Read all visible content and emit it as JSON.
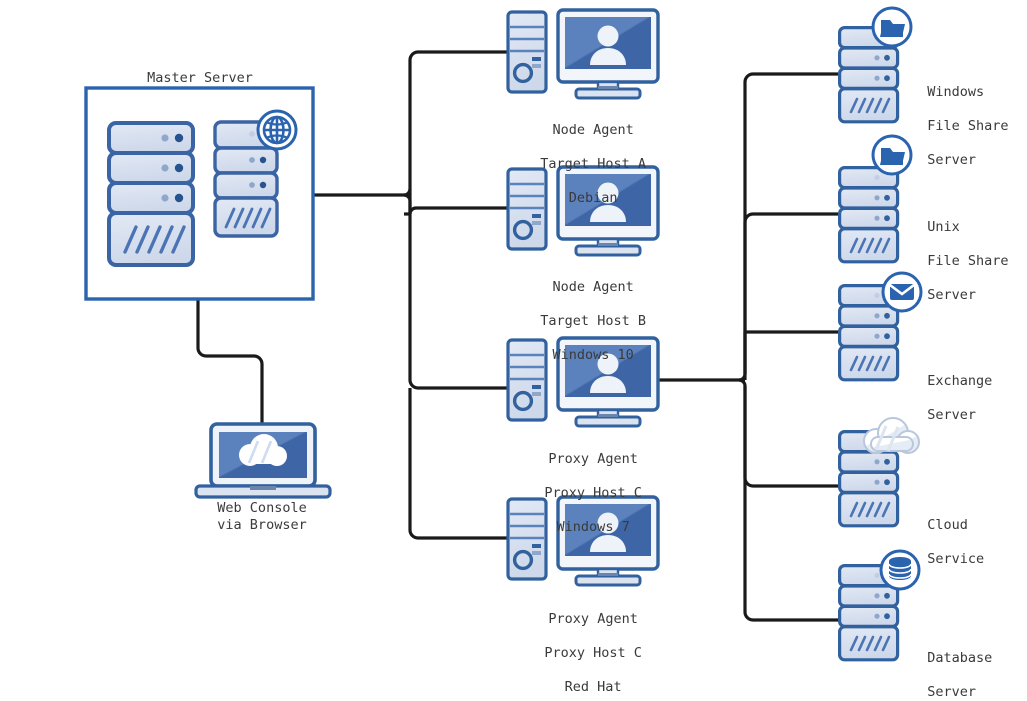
{
  "diagram": {
    "title_node": {
      "label": "Master Server"
    },
    "colors": {
      "line": "#1a1a1a",
      "box_border": "#2a63ae",
      "icon_stroke": "#31619e",
      "icon_fill_light": "#dbe2f0",
      "icon_fill_mid": "#c8d3e8",
      "screen_blue": "#4570b0",
      "screen_blue_dark": "#3a63a0",
      "badge_fill": "#ffffff",
      "badge_glyph": "#2a63ae",
      "text": "#3a3a3a",
      "background": "#ffffff"
    },
    "master_box": {
      "name": "Master Server"
    },
    "web_console": {
      "lines": [
        "Web Console",
        "via Browser"
      ],
      "icon": "laptop-cloud-icon"
    },
    "agents": [
      {
        "id": "host-a",
        "icon": "workstation-icon",
        "lines": [
          "Node Agent",
          "Target Host A",
          "Debian"
        ]
      },
      {
        "id": "host-b",
        "icon": "workstation-icon",
        "lines": [
          "Node Agent",
          "Target Host B",
          "Windows 10"
        ]
      },
      {
        "id": "proxy-c-win7",
        "icon": "workstation-icon",
        "lines": [
          "Proxy Agent",
          "Proxy Host C",
          "Windows 7"
        ]
      },
      {
        "id": "proxy-c-redhat",
        "icon": "workstation-icon",
        "lines": [
          "Proxy Agent",
          "Proxy Host C",
          "Red Hat"
        ]
      }
    ],
    "targets": [
      {
        "id": "windows-file-share",
        "badge": "folder-icon",
        "lines": [
          "Windows",
          "File Share",
          "Server"
        ]
      },
      {
        "id": "unix-file-share",
        "badge": "folder-icon",
        "lines": [
          "Unix",
          "File Share",
          "Server"
        ]
      },
      {
        "id": "exchange",
        "badge": "envelope-icon",
        "lines": [
          "Exchange",
          "Server"
        ]
      },
      {
        "id": "cloud-service",
        "badge": "cloud-icon",
        "lines": [
          "Cloud",
          "Service"
        ]
      },
      {
        "id": "database",
        "badge": "database-icon",
        "lines": [
          "Database",
          "Server"
        ]
      }
    ],
    "master_icons": {
      "big_server": "server-rack-icon",
      "small_server": "server-rack-small-icon",
      "small_server_badge": "globe-icon"
    }
  }
}
